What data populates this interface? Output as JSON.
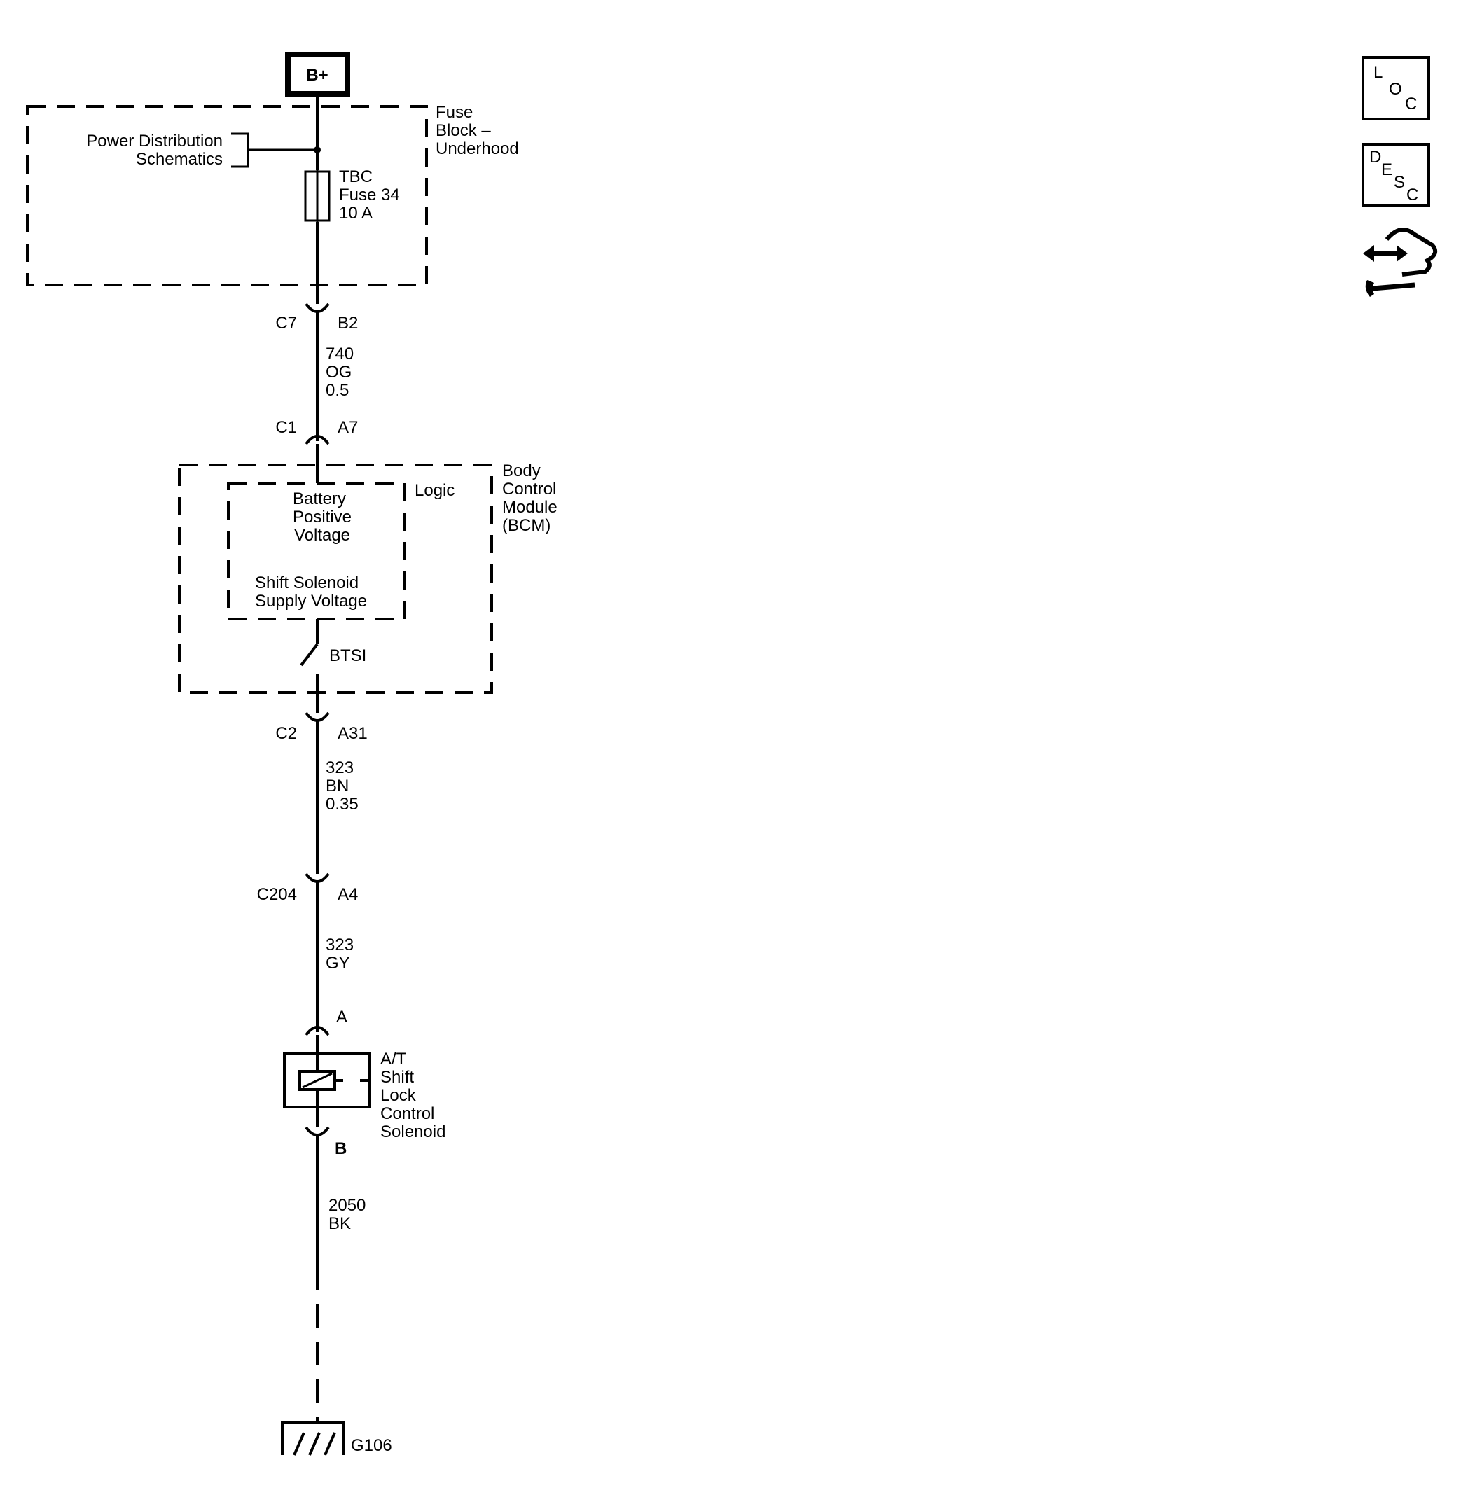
{
  "power_source": "B+",
  "fuse_block": {
    "label": [
      "Fuse",
      "Block –",
      "Underhood"
    ],
    "reference": [
      "Power Distribution",
      "Schematics"
    ],
    "fuse": [
      "TBC",
      "Fuse 34",
      "10 A"
    ]
  },
  "connector_fuse_block": {
    "name": "C7",
    "pin": "B2"
  },
  "wire_1": [
    "740",
    "OG",
    "0.5"
  ],
  "connector_bcm_in": {
    "name": "C1",
    "pin": "A7"
  },
  "bcm": {
    "label": [
      "Body",
      "Control",
      "Module",
      "(BCM)"
    ],
    "logic_label": "Logic",
    "battery_voltage": [
      "Battery",
      "Positive",
      "Voltage"
    ],
    "supply_voltage": [
      "Shift Solenoid",
      "Supply Voltage"
    ],
    "switch_label": "BTSI"
  },
  "connector_bcm_out": {
    "name": "C2",
    "pin": "A31"
  },
  "wire_2": [
    "323",
    "BN",
    "0.35"
  ],
  "connector_inline": {
    "name": "C204",
    "pin": "A4"
  },
  "wire_3": [
    "323",
    "GY"
  ],
  "solenoid": {
    "pin_a": "A",
    "pin_b": "B",
    "label": [
      "A/T",
      "Shift",
      "Lock",
      "Control",
      "Solenoid"
    ]
  },
  "wire_4": [
    "2050",
    "BK"
  ],
  "ground": "G106",
  "nav_icons": [
    {
      "icon": "loc-icon",
      "letters": [
        "L",
        "O",
        "C"
      ]
    },
    {
      "icon": "desc-icon",
      "letters": [
        "D",
        "E",
        "S",
        "C"
      ]
    },
    {
      "icon": "connector-repair-icon"
    }
  ]
}
